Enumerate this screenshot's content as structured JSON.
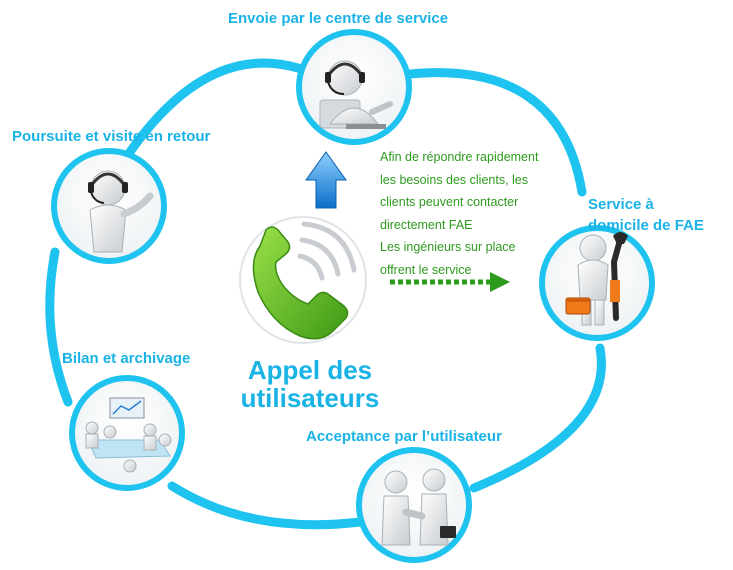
{
  "steps": {
    "top": "Envoie par le centre de service",
    "right_line1": "Service à",
    "right_line2": "domicile de FAE",
    "bottom": "Acceptance par l’utilisateur",
    "left_bottom": "Bilan et archivage",
    "left_top": "Poursuite et visite en retour"
  },
  "center": {
    "line1": "Appel des",
    "line2": "utilisateurs"
  },
  "note": {
    "lines": [
      "Afin de répondre rapidement",
      "les besoins des clients, les",
      "clients peuvent contacter",
      "directement FAE",
      "Les ingénieurs sur place",
      "offrent le service"
    ]
  },
  "colors": {
    "ring": "#1ec3f0",
    "label": "#1ab3e6",
    "note": "#2e9a1e",
    "phone": "#6cc628",
    "arrow_up": "#1f8fe0"
  },
  "icons": {
    "top": "call-center-operator-icon",
    "right": "repair-technician-icon",
    "bottom": "handshake-icon",
    "left_bottom": "meeting-table-icon",
    "left_top": "headset-person-icon",
    "center": "phone-icon"
  }
}
